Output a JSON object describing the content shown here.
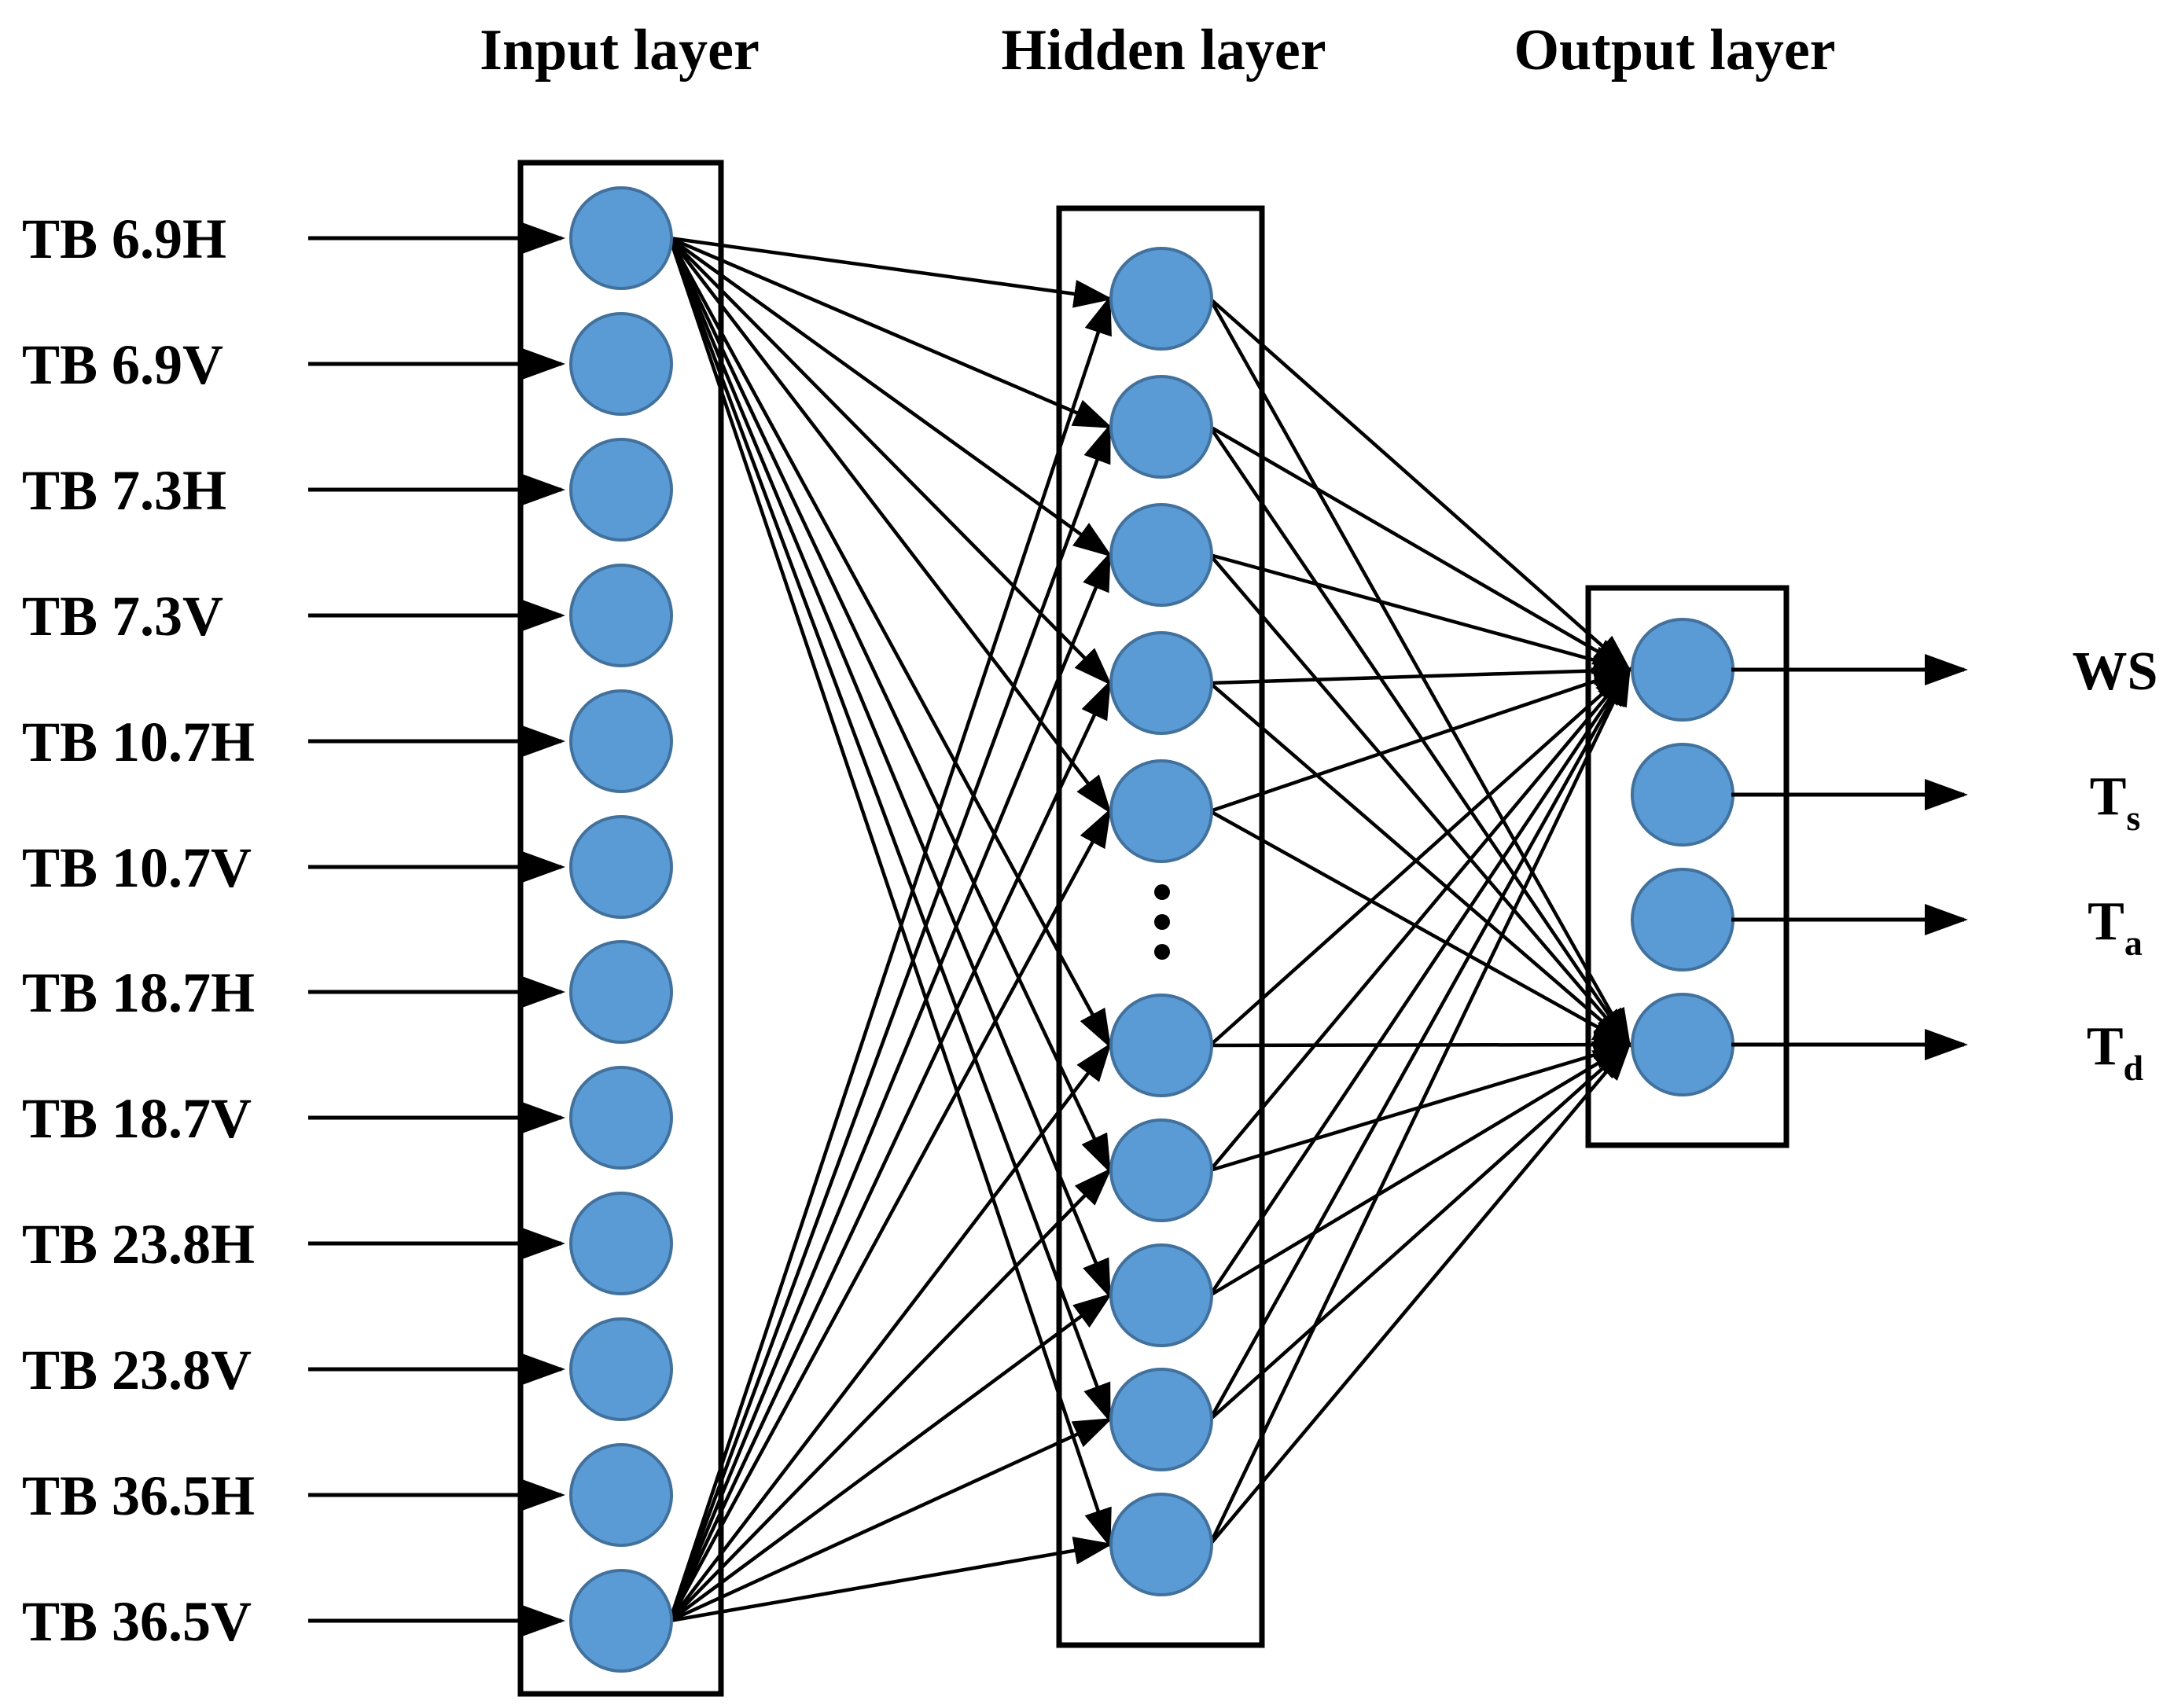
{
  "figure": {
    "titles": {
      "input": "Input layer",
      "hidden": "Hidden layer",
      "output": "Output layer"
    },
    "input_labels": [
      "TB 6.9H",
      "TB 6.9V",
      "TB 7.3H",
      "TB 7.3V",
      "TB 10.7H",
      "TB 10.7V",
      "TB 18.7H",
      "TB 18.7V",
      "TB 23.8H",
      "TB 23.8V",
      "TB 36.5H",
      "TB 36.5V"
    ],
    "hidden_layer": {
      "visible_top_nodes": 5,
      "visible_bottom_nodes": 5,
      "ellipsis_dots": 3
    },
    "output_labels": [
      {
        "base": "WS",
        "sub": ""
      },
      {
        "base": "T",
        "sub": "s"
      },
      {
        "base": "T",
        "sub": "a"
      },
      {
        "base": "T",
        "sub": "d"
      }
    ],
    "connections": {
      "fan_input_nodes": [
        1,
        12
      ],
      "fan_output_nodes": [
        1,
        4
      ],
      "description": "Input nodes 1 and 12 fan out to every hidden node; every hidden node fans in to output nodes 1 and 4; each input label arrow feeds its input node; each output node has an arrow to its output label."
    },
    "colors": {
      "node_fill": "#5b9bd5",
      "node_stroke": "#41719c",
      "line": "#000000",
      "box": "#000000",
      "text": "#000000"
    }
  }
}
